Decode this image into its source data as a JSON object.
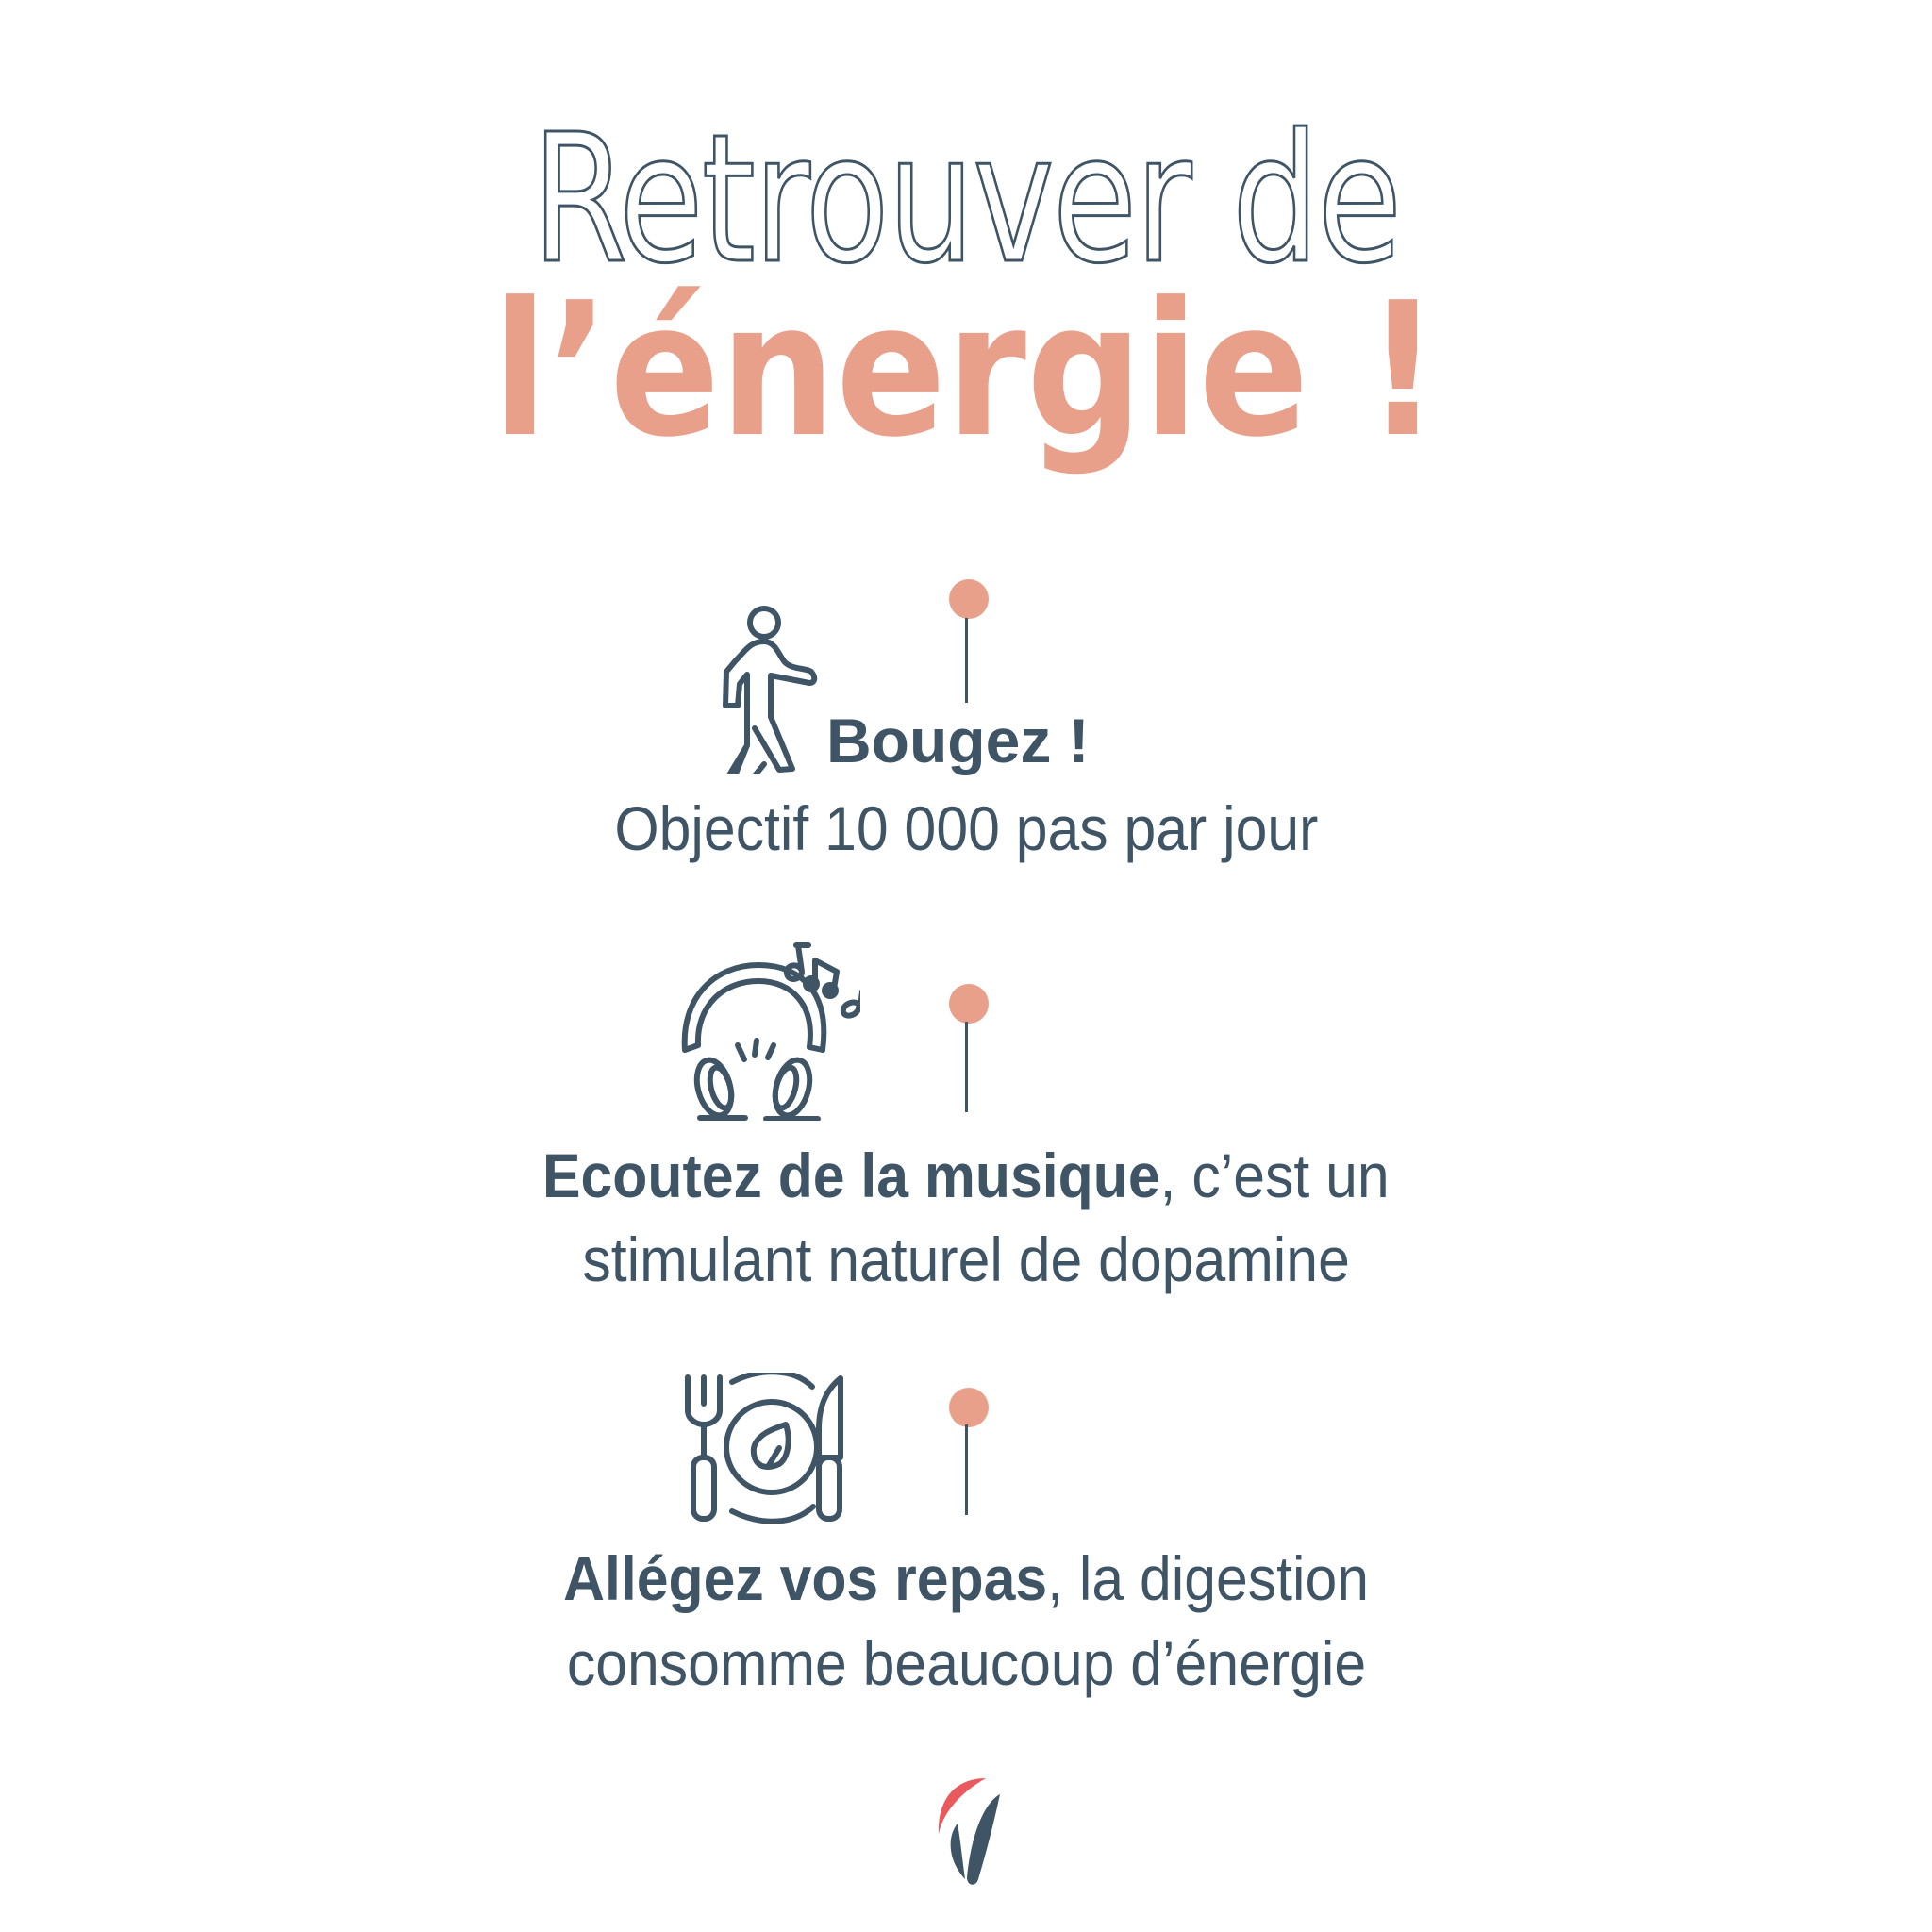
{
  "title": {
    "line1": "Retrouver de",
    "line2": "l’énergie !"
  },
  "colors": {
    "text": "#3f5566",
    "accent": "#e8a08b",
    "logo_red": "#e85a5e"
  },
  "tips": [
    {
      "icon": "walking-person-icon",
      "bold": "Bougez !",
      "line2": "Objectif 10 000 pas par jour"
    },
    {
      "icon": "headphones-music-icon",
      "bold": "Ecoutez de la musique",
      "rest1": ", c’est un",
      "line2": "stimulant naturel de dopamine"
    },
    {
      "icon": "plate-cutlery-leaf-icon",
      "bold": "Allégez vos repas",
      "rest1": ", la digestion",
      "line2": "consomme beaucoup d’énergie"
    }
  ],
  "logo": {
    "icon": "brand-logo-icon"
  }
}
